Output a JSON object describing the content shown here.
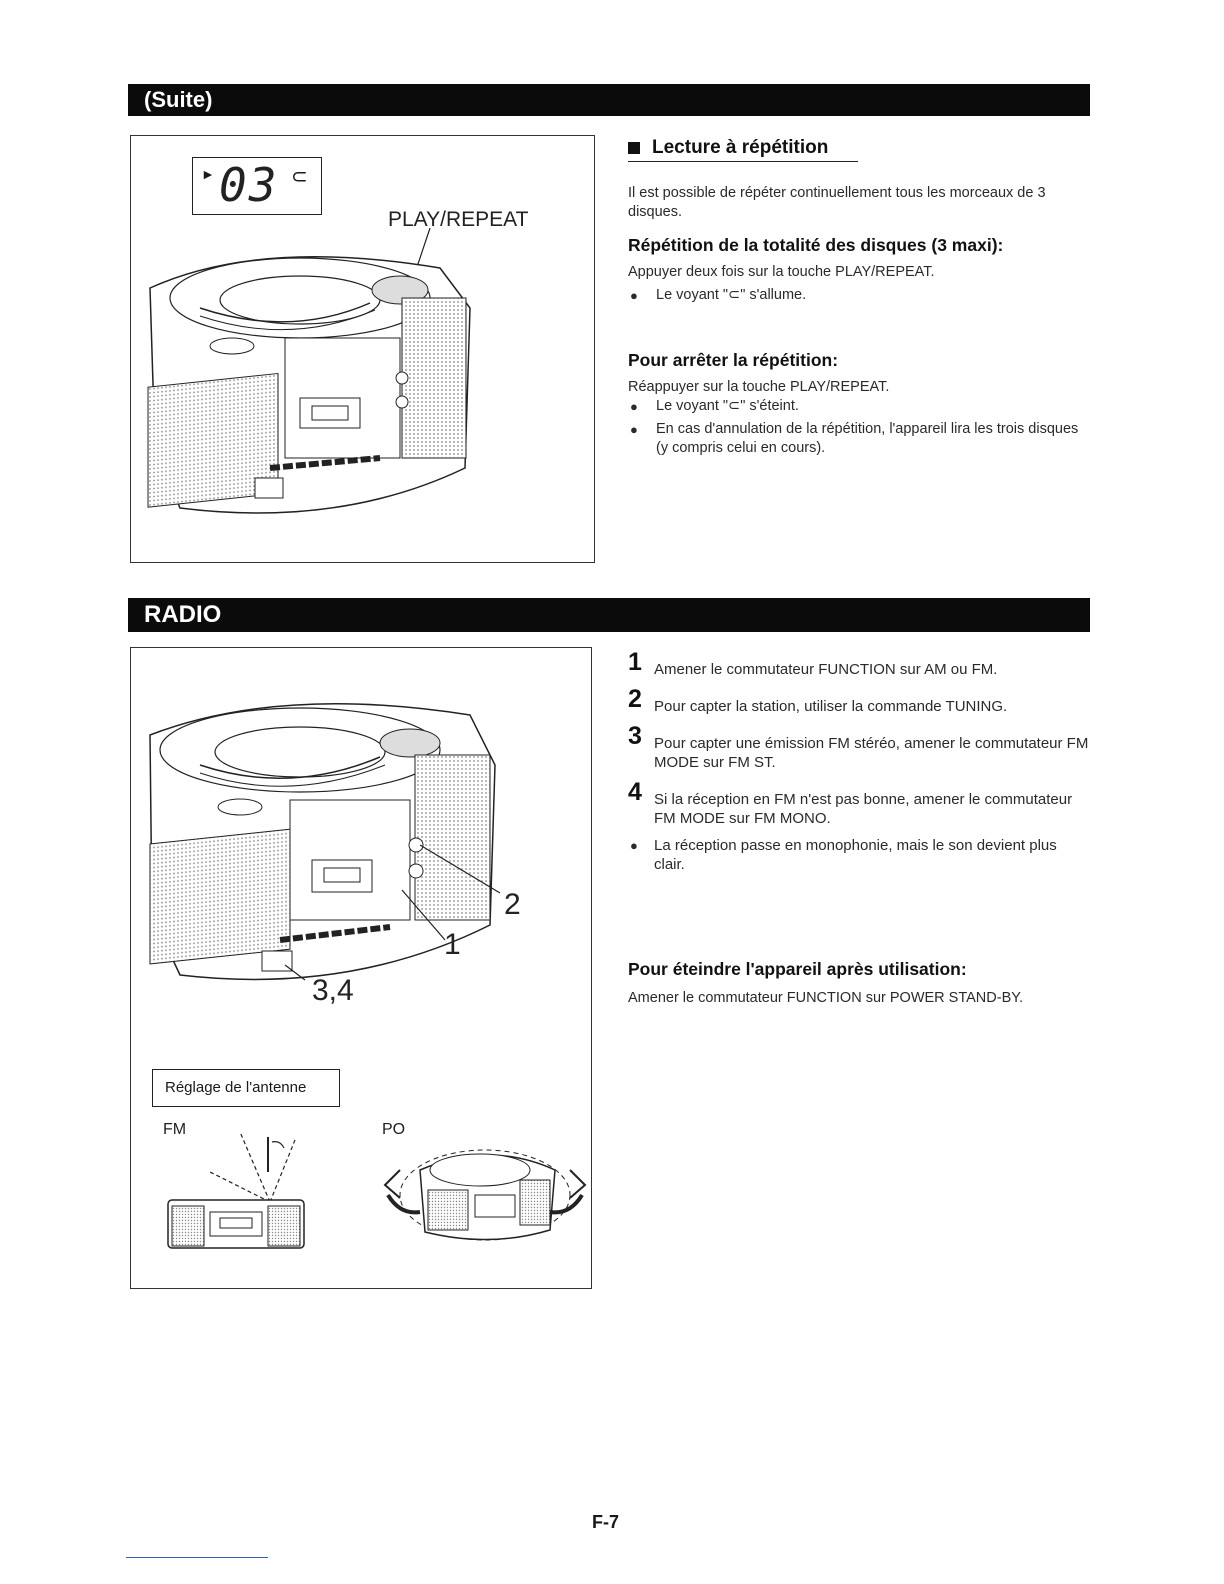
{
  "sections": {
    "suite": {
      "title": "(Suite)"
    },
    "radio": {
      "title": "RADIO"
    }
  },
  "repeat_figure": {
    "display_digits": "03",
    "label": "PLAY/REPEAT"
  },
  "repeat_text": {
    "heading": "Lecture à répétition",
    "intro": "Il est possible de répéter continuellement tous les morceaux de 3 disques.",
    "sub1_heading": "Répétition de la totalité des disques (3 maxi):",
    "sub1_text": "Appuyer deux fois sur la touche PLAY/REPEAT.",
    "sub1_bullet": "Le voyant \"⊂\" s'allume.",
    "sub2_heading": "Pour arrêter la répétition:",
    "sub2_text": "Réappuyer sur la touche PLAY/REPEAT.",
    "sub2_bullet1": "Le voyant \"⊂\" s'éteint.",
    "sub2_bullet2": "En cas d'annulation de la répétition, l'appareil lira les trois disques (y compris celui en cours)."
  },
  "radio_figure": {
    "callout_2": "2",
    "callout_1": "1",
    "callout_34": "3,4",
    "antenna_label": "Réglage de l'antenne",
    "fm_label": "FM",
    "po_label": "PO"
  },
  "radio_steps": [
    {
      "num": "1",
      "text": "Amener le commutateur FUNCTION sur AM ou FM."
    },
    {
      "num": "2",
      "text": "Pour capter la station, utiliser la commande TUNING."
    },
    {
      "num": "3",
      "text": "Pour capter une émission FM stéréo, amener le commutateur FM MODE sur FM ST."
    },
    {
      "num": "4",
      "text": "Si la réception en FM n'est pas bonne, amener le commutateur FM MODE sur FM MONO."
    }
  ],
  "radio_bullet": "La réception passe en monophonie, mais le son devient plus clair.",
  "power_off": {
    "heading": "Pour éteindre l'appareil après utilisation:",
    "text": "Amener le commutateur FUNCTION sur POWER STAND-BY."
  },
  "page_number": "F-7"
}
